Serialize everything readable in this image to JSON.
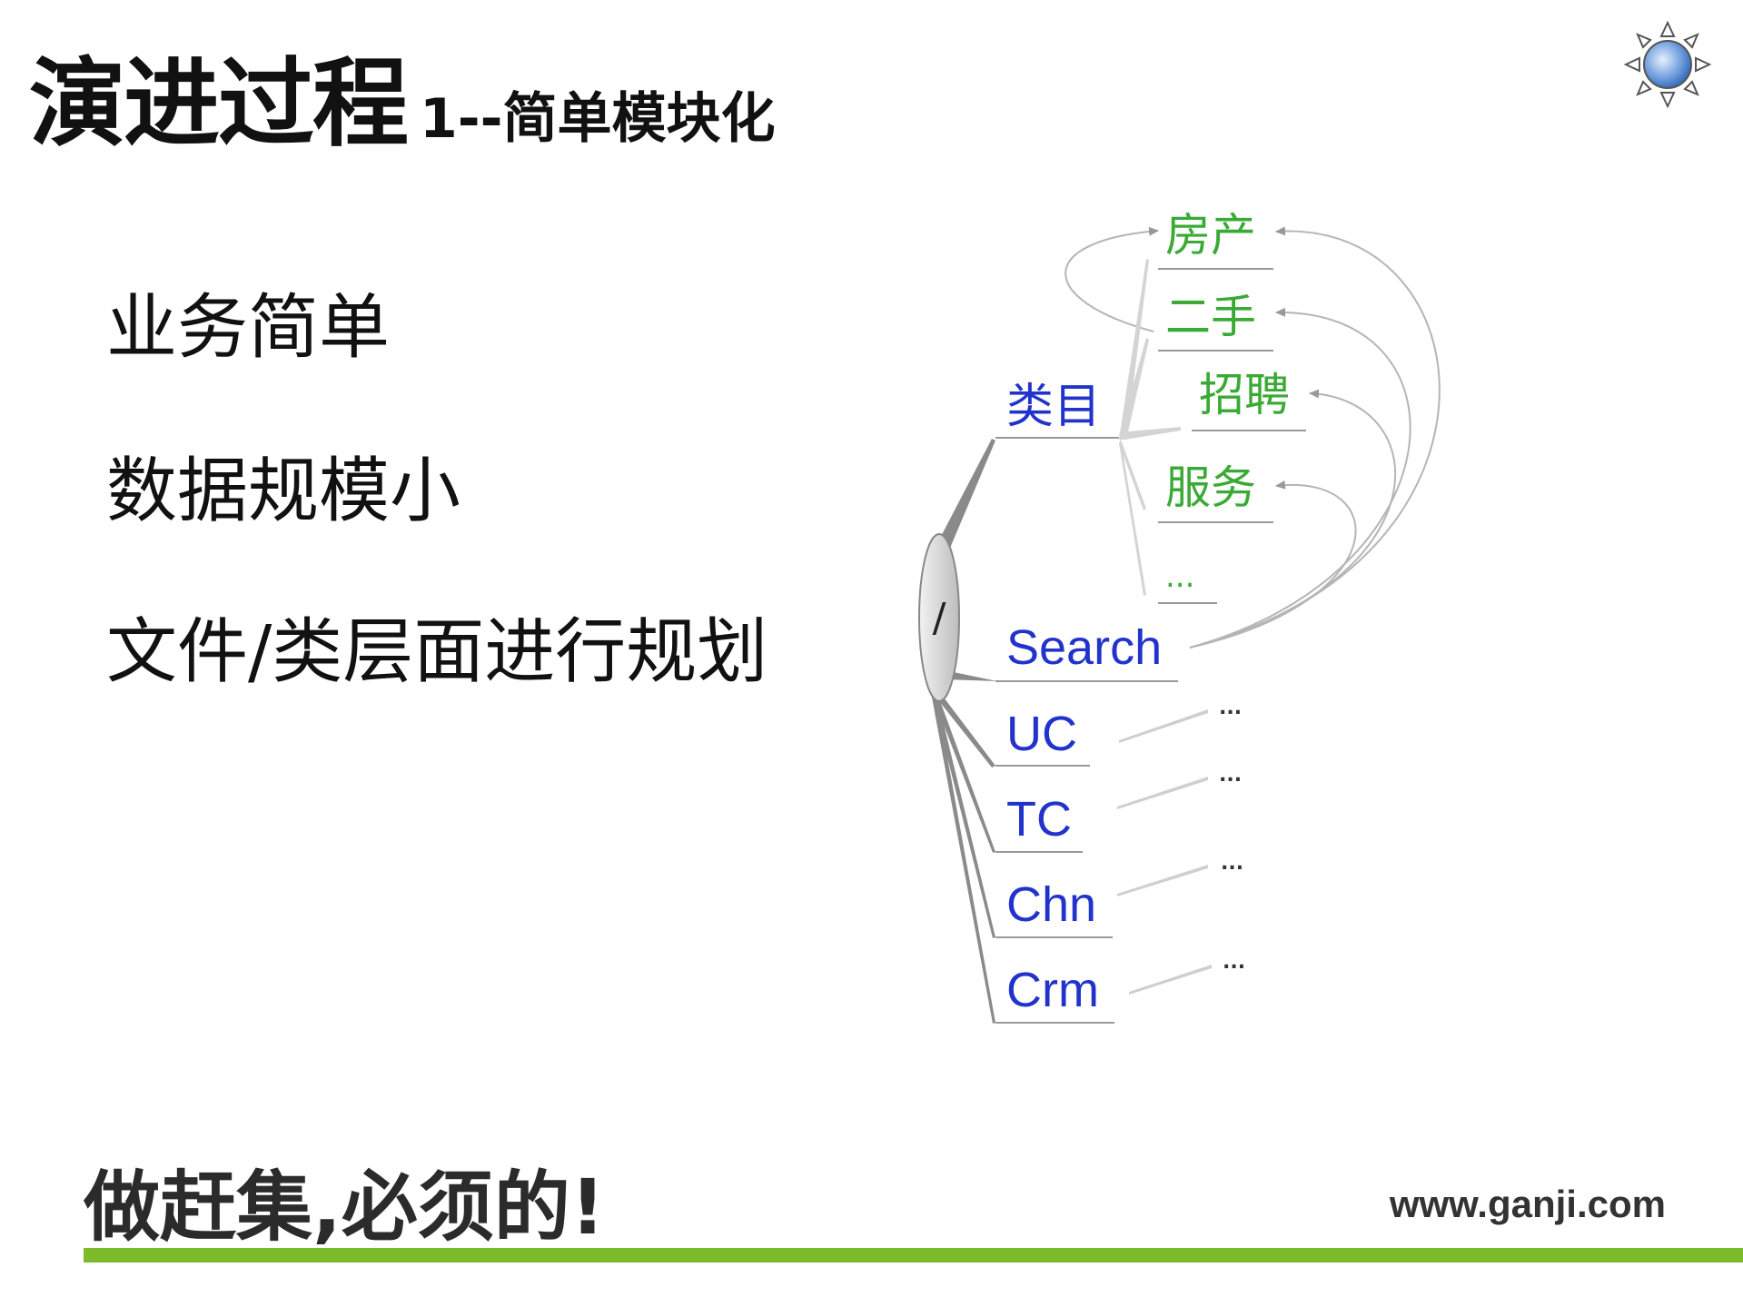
{
  "slide": {
    "title": "演进过程",
    "subtitle": "1--简单模块化",
    "bullets": [
      "业务简单",
      "数据规模小",
      "文件/类层面进行规划"
    ],
    "slogan": "做赶集,必须的!",
    "url": "www.ganji.com"
  },
  "diagram": {
    "root": "/",
    "category": "类目",
    "subcategories": [
      "房产",
      "二手",
      "招聘",
      "服务",
      "..."
    ],
    "modules": [
      "Search",
      "UC",
      "TC",
      "Chn",
      "Crm"
    ],
    "module_children": [
      "...",
      "...",
      "...",
      "..."
    ]
  },
  "colors": {
    "accent_green": "#7cbb2a",
    "node_blue": "#2233cc",
    "leaf_green": "#3aaa35"
  }
}
